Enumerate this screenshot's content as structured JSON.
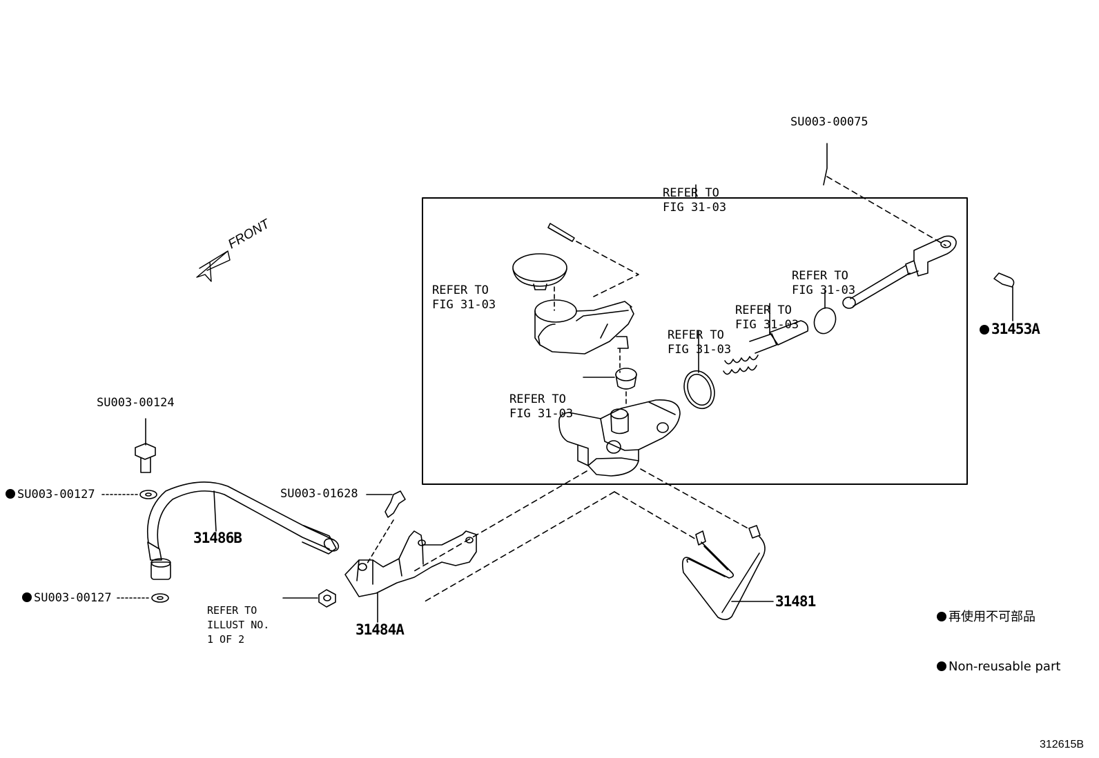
{
  "front_label": "FRONT",
  "labels": {
    "refer_top": [
      "REFER TO",
      "FIG 31-03"
    ],
    "refer_reservoir": [
      "REFER TO",
      "FIG 31-03"
    ],
    "refer_grommet": [
      "REFER TO",
      "FIG 31-03"
    ],
    "refer_oring": [
      "REFER TO",
      "FIG 31-03"
    ],
    "refer_piston": [
      "REFER TO",
      "FIG 31-03"
    ],
    "refer_snapring": [
      "REFER TO",
      "FIG 31-03"
    ],
    "refer_illust": [
      "REFER TO",
      "ILLUST NO.",
      "1 OF 2"
    ]
  },
  "parts": {
    "su003_00075": "SU003-00075",
    "p31453a": "31453A",
    "su003_00124": "SU003-00124",
    "su003_00127_a": "SU003-00127",
    "su003_00127_b": "SU003-00127",
    "su003_01628": "SU003-01628",
    "p31486b": "31486B",
    "p31484a": "31484A",
    "p31481": "31481"
  },
  "legend": {
    "line1": "再使用不可部品",
    "line2": "Non-reusable part"
  },
  "figure_number": "312615B"
}
